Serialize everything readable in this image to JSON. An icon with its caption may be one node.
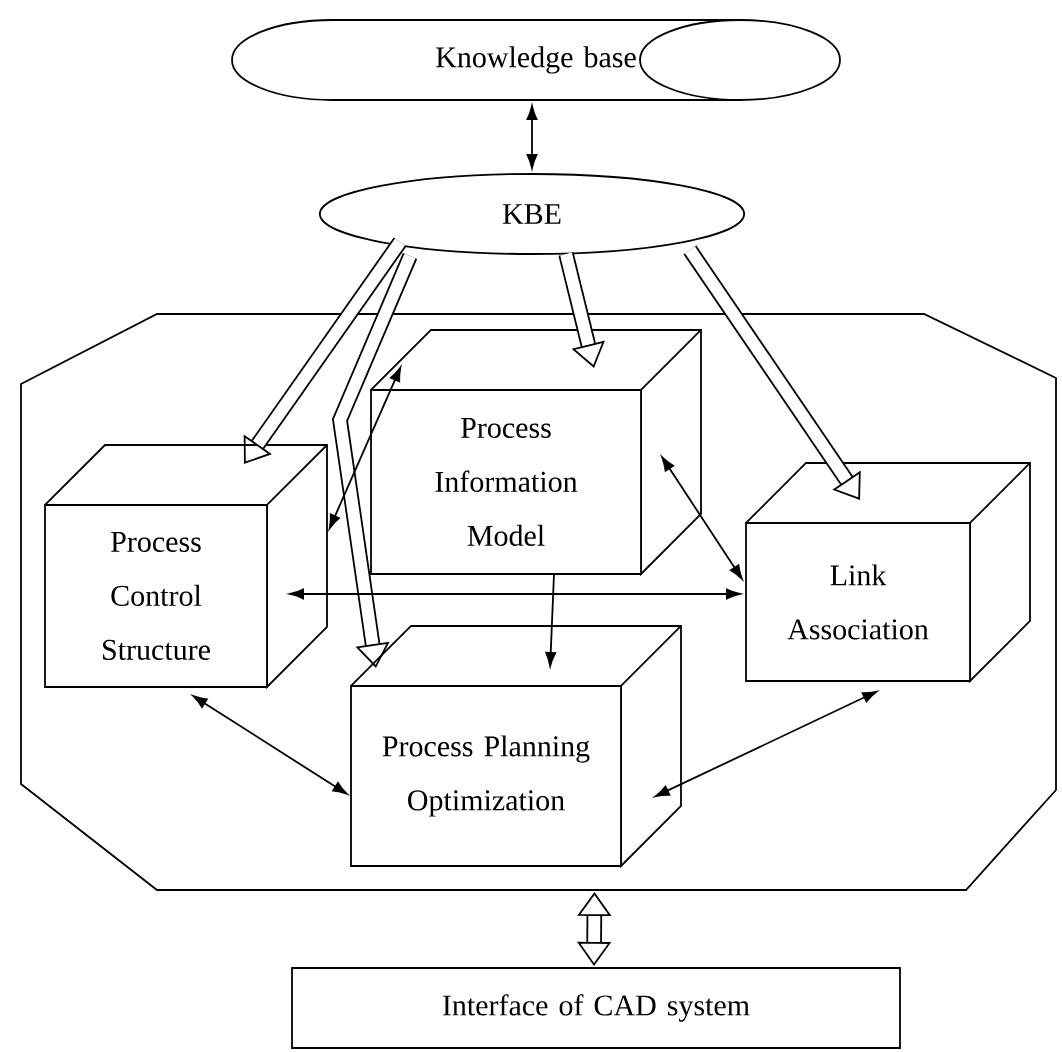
{
  "diagram": {
    "nodes": [
      {
        "text": [
          "Knowledge base"
        ]
      },
      {
        "text": [
          "KBE"
        ]
      },
      {
        "text": [],
        "shape": "octagon"
      },
      {
        "text": [
          "Process Control Structure"
        ],
        "in": 2
      },
      {
        "text": [
          "Process Information Model"
        ],
        "in": 2
      },
      {
        "text": [
          "Link Association"
        ],
        "in": 2
      },
      {
        "text": [
          "Process Planning Optimization"
        ],
        "in": 2
      },
      {
        "text": [
          "Interface of CAD system"
        ]
      }
    ],
    "edges": [
      {
        "from": 0,
        "to": 1,
        "arrow": "both"
      },
      {
        "from": 1,
        "to": 3,
        "arrow": "to",
        "style": "thick"
      },
      {
        "from": 1,
        "to": 6,
        "arrow": "to",
        "style": "thick"
      },
      {
        "from": 1,
        "to": 4,
        "arrow": "to",
        "style": "thick"
      },
      {
        "from": 1,
        "to": 5,
        "arrow": "to",
        "style": "thick"
      },
      {
        "from": 3,
        "to": 4,
        "arrow": "both"
      },
      {
        "from": 3,
        "to": 5,
        "arrow": "both"
      },
      {
        "from": 4,
        "to": 5,
        "arrow": "both"
      },
      {
        "from": 4,
        "to": 6,
        "arrow": "to"
      },
      {
        "from": 3,
        "to": 6,
        "arrow": "both"
      },
      {
        "from": 5,
        "to": 6,
        "arrow": "both"
      },
      {
        "from": 2,
        "to": 7,
        "arrow": "both",
        "style": "thick"
      }
    ]
  }
}
